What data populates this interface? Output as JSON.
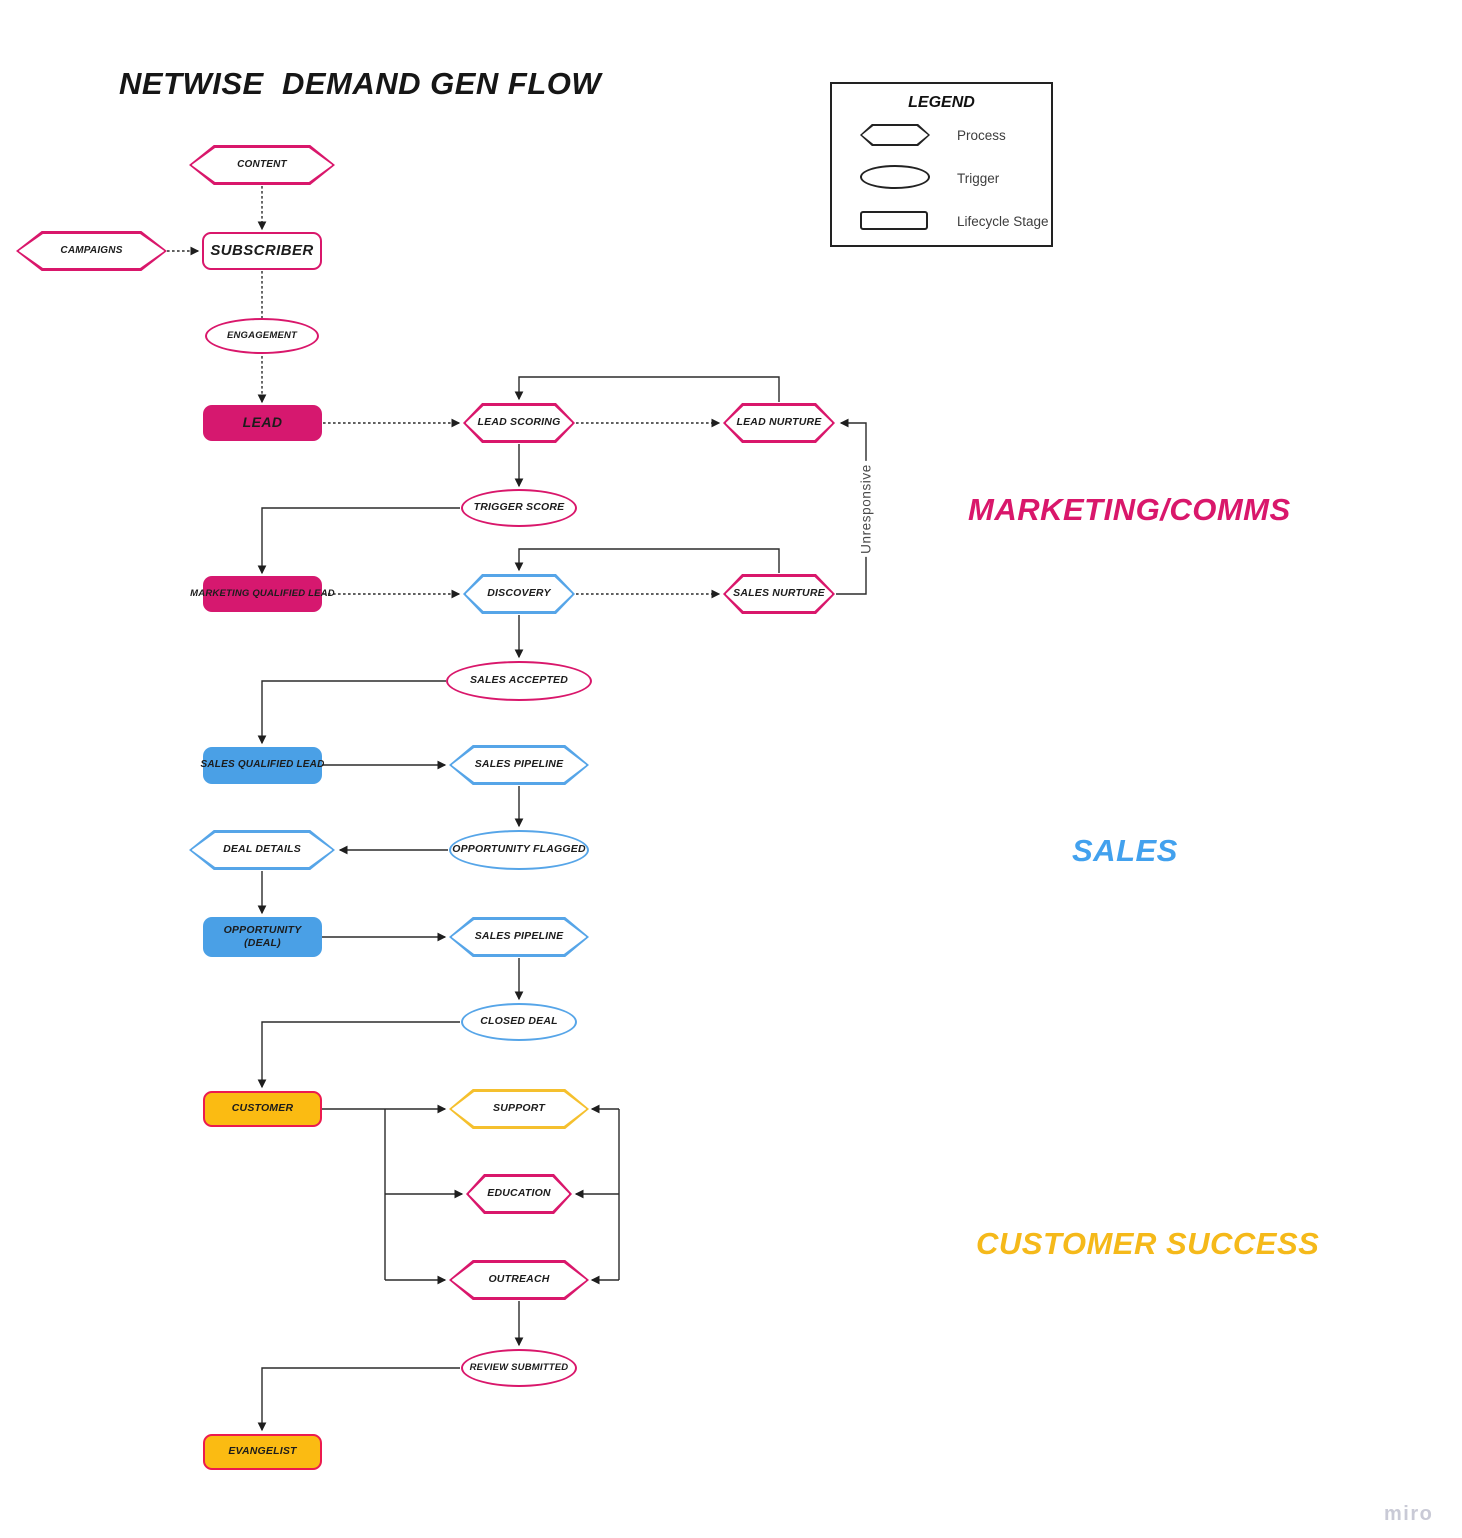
{
  "title": "NETWISE  DEMAND GEN FLOW",
  "watermark": "miro",
  "legend": {
    "title": "LEGEND",
    "process": {
      "label": "Process",
      "shape": "hexagon"
    },
    "trigger": {
      "label": "Trigger",
      "shape": "ellipse"
    },
    "lifecycle": {
      "label": "Lifecycle Stage",
      "shape": "rounded-rect"
    }
  },
  "sections": {
    "marketing": {
      "label": "MARKETING/COMMS",
      "color": "#d9176b"
    },
    "sales": {
      "label": "SALES",
      "color": "#42a1ee"
    },
    "customer_success": {
      "label": "CUSTOMER SUCCESS",
      "color": "#f5b91a"
    }
  },
  "colors": {
    "pink": "#d9176b",
    "pink_fill": "#d6186f",
    "blue": "#56a5e8",
    "blue_fill": "#4aa0e6",
    "gold": "#f5c02e",
    "gold_fill": "#fbbb12",
    "red_border": "#ec1a4f",
    "line": "#2b2b2b"
  },
  "nodes": {
    "content": {
      "label": "CONTENT",
      "type": "process"
    },
    "campaigns": {
      "label": "CAMPAIGNS",
      "type": "process"
    },
    "subscriber": {
      "label": "SUBSCRIBER",
      "type": "lifecycle-stage"
    },
    "engagement": {
      "label": "ENGAGEMENT",
      "type": "trigger"
    },
    "lead": {
      "label": "LEAD",
      "type": "lifecycle-stage"
    },
    "lead_scoring": {
      "label": "LEAD SCORING",
      "type": "process"
    },
    "lead_nurture": {
      "label": "LEAD NURTURE",
      "type": "process"
    },
    "trigger_score": {
      "label": "TRIGGER SCORE",
      "type": "trigger"
    },
    "mql": {
      "label": "MARKETING QUALIFIED LEAD",
      "type": "lifecycle-stage"
    },
    "discovery": {
      "label": "DISCOVERY",
      "type": "process"
    },
    "sales_nurture": {
      "label": "SALES NURTURE",
      "type": "process"
    },
    "sales_accepted": {
      "label": "SALES ACCEPTED",
      "type": "trigger"
    },
    "sql": {
      "label": "SALES QUALIFIED LEAD",
      "type": "lifecycle-stage"
    },
    "sales_pipeline_1": {
      "label": "SALES PIPELINE",
      "type": "process"
    },
    "opportunity_flagged": {
      "label": "OPPORTUNITY FLAGGED",
      "type": "trigger"
    },
    "deal_details": {
      "label": "DEAL DETAILS",
      "type": "process"
    },
    "opportunity": {
      "label": "OPPORTUNITY\n(DEAL)",
      "type": "lifecycle-stage"
    },
    "sales_pipeline_2": {
      "label": "SALES PIPELINE",
      "type": "process"
    },
    "closed_deal": {
      "label": "CLOSED DEAL",
      "type": "trigger"
    },
    "customer": {
      "label": "CUSTOMER",
      "type": "lifecycle-stage"
    },
    "support": {
      "label": "SUPPORT",
      "type": "process"
    },
    "education": {
      "label": "EDUCATION",
      "type": "process"
    },
    "outreach": {
      "label": "OUTREACH",
      "type": "process"
    },
    "review_submitted": {
      "label": "REVIEW SUBMITTED",
      "type": "trigger"
    },
    "evangelist": {
      "label": "EVANGELIST",
      "type": "lifecycle-stage"
    }
  },
  "edge_labels": {
    "unresponsive": "Unresponsive"
  },
  "flow_edges": [
    "content -> subscriber",
    "campaigns -> subscriber",
    "subscriber -> engagement -> lead",
    "lead -> lead_scoring",
    "lead_scoring -> lead_nurture",
    "lead_nurture -> lead_scoring (loop)",
    "lead_scoring -> trigger_score",
    "trigger_score -> mql",
    "mql -> discovery",
    "discovery -> sales_nurture",
    "sales_nurture -> discovery (loop)",
    "sales_nurture -> lead_nurture (Unresponsive)",
    "discovery -> sales_accepted",
    "sales_accepted -> sql",
    "sql -> sales_pipeline_1",
    "sales_pipeline_1 -> opportunity_flagged",
    "opportunity_flagged -> deal_details",
    "deal_details -> opportunity",
    "opportunity -> sales_pipeline_2",
    "sales_pipeline_2 -> closed_deal",
    "closed_deal -> customer",
    "customer -> support",
    "customer -> education",
    "customer -> outreach",
    "loop-rail -> support | education | outreach",
    "outreach -> review_submitted",
    "review_submitted -> evangelist"
  ]
}
